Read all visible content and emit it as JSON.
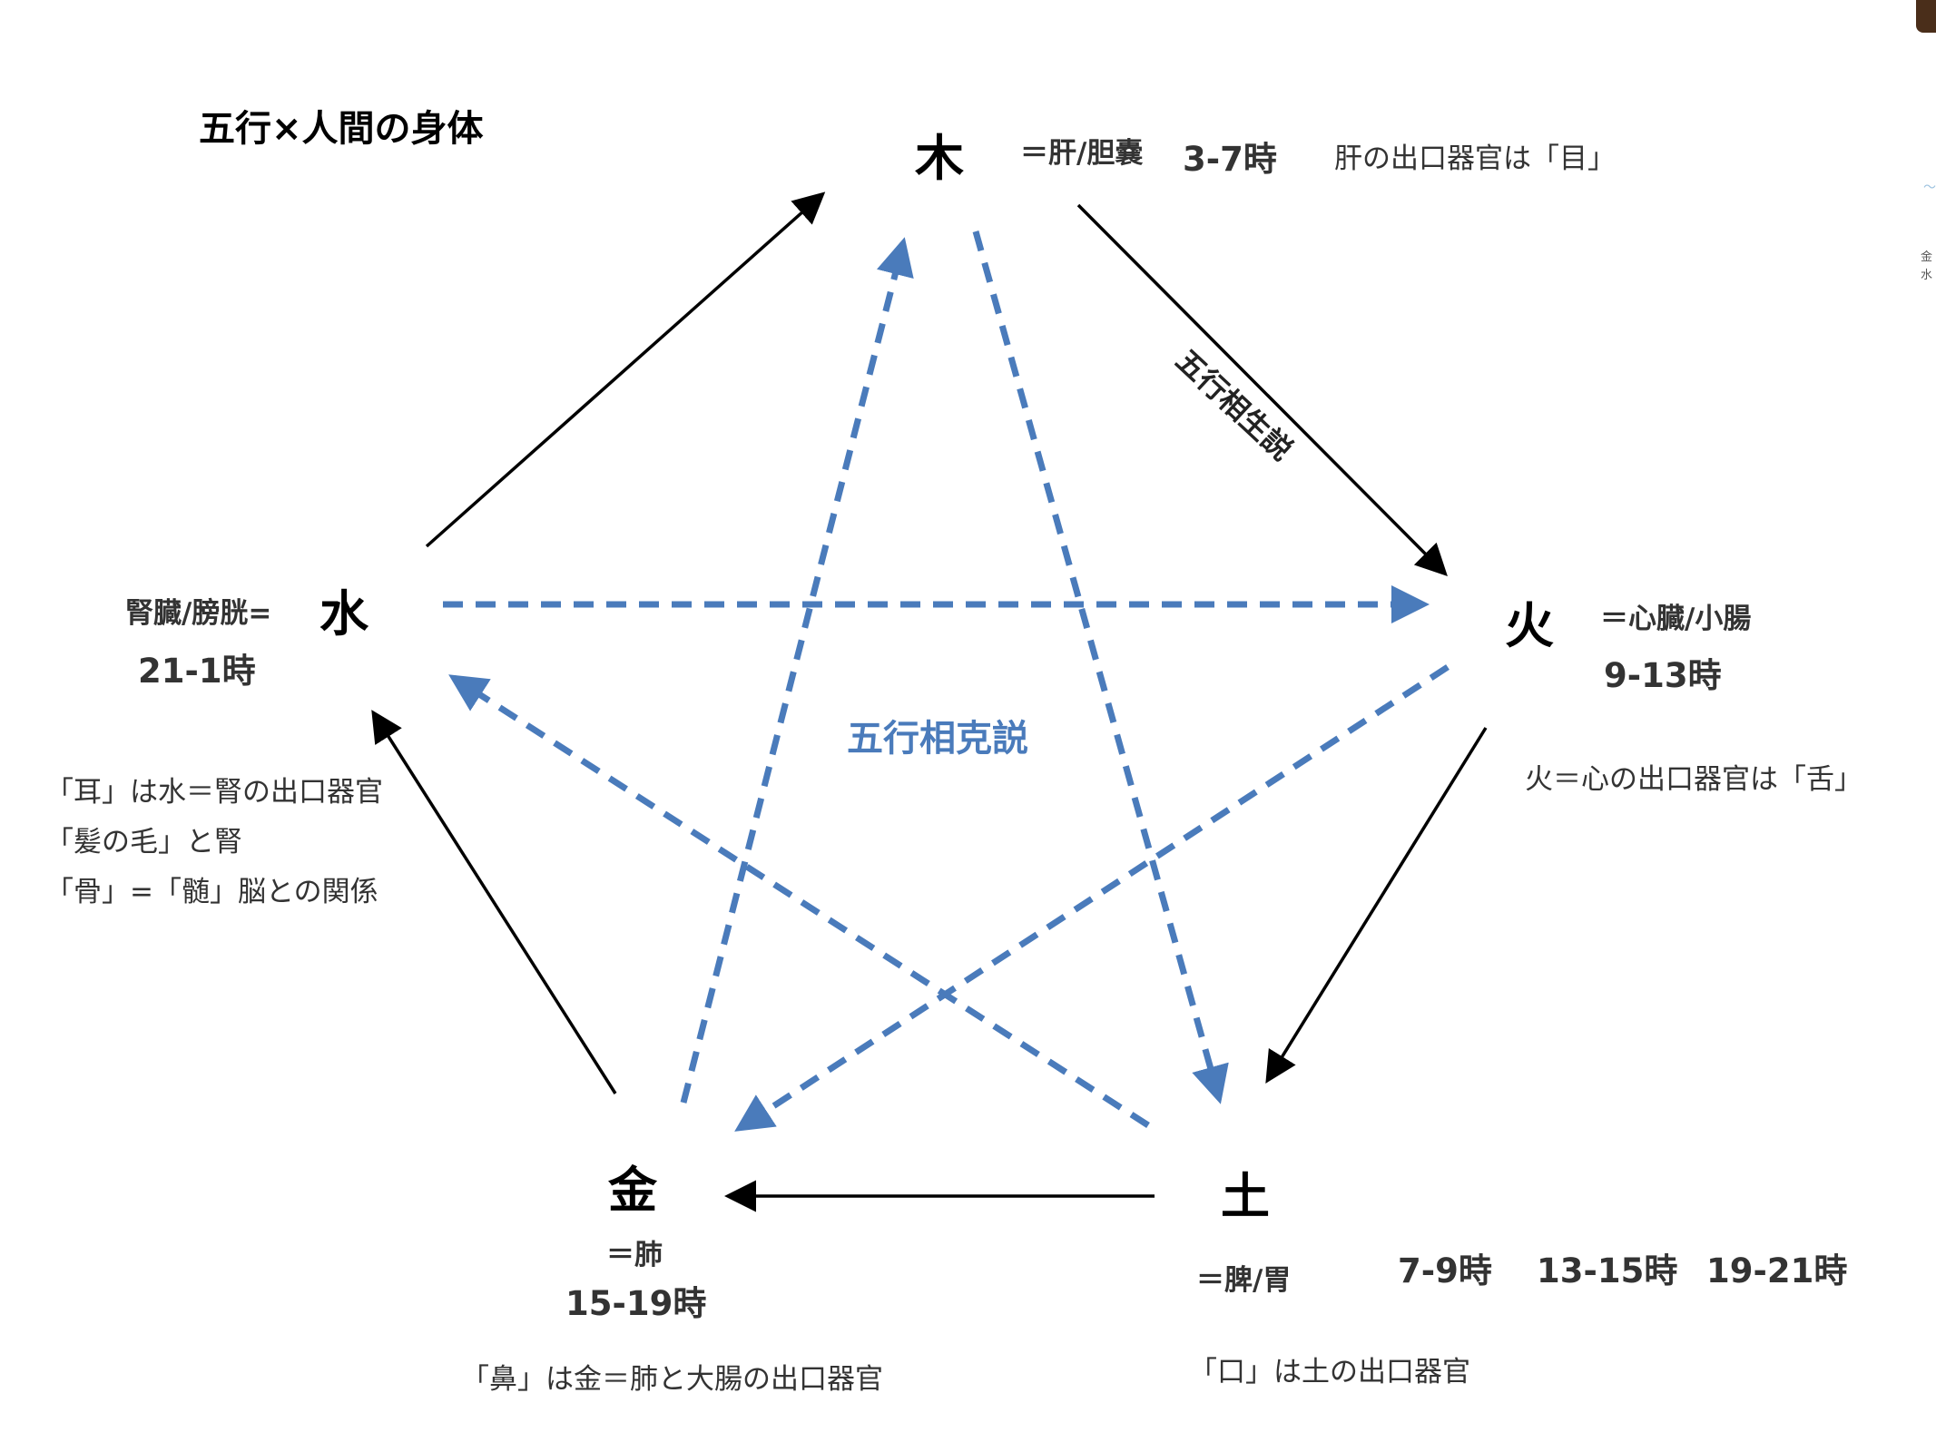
{
  "title": "五行×人間の身体",
  "elements": {
    "wood": {
      "symbol": "木",
      "organ": "＝肝/胆嚢",
      "time": "3-7時",
      "note": "肝の出口器官は「目」"
    },
    "fire": {
      "symbol": "火",
      "organ": "＝心臓/小腸",
      "time": "9-13時",
      "note": "火＝心の出口器官は「舌」"
    },
    "earth": {
      "symbol": "土",
      "organ": "＝脾/胃",
      "times": [
        "7-9時",
        "13-15時",
        "19-21時"
      ],
      "note": "「口」は土の出口器官"
    },
    "metal": {
      "symbol": "金",
      "organ": "＝肺",
      "time": "15-19時",
      "note": "「鼻」は金＝肺と大腸の出口器官"
    },
    "water": {
      "symbol": "水",
      "organ": "腎臓/膀胱=",
      "time": "21-1時",
      "notes": [
        "「耳」は水＝腎の出口器官",
        "「髪の毛」と腎",
        "「骨」=「髄」脳との関係"
      ]
    }
  },
  "generating_cycle_label": "五行相生説",
  "controlling_cycle_label": "五行相克説",
  "colors": {
    "generating_arrow": "#000000",
    "controlling_arrow": "#4a7bbb"
  }
}
